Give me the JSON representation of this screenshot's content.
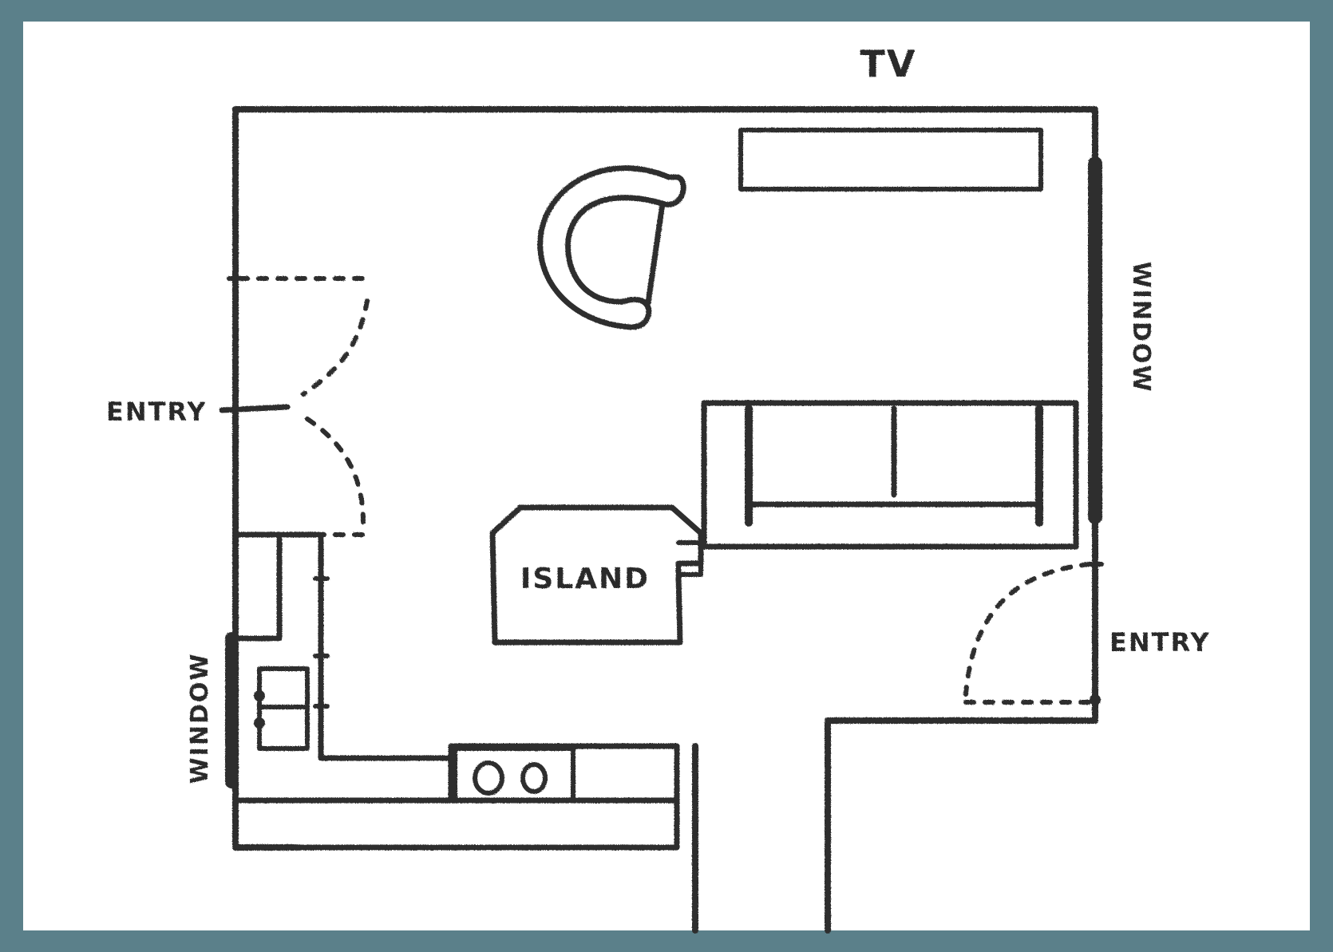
{
  "labels": {
    "tv": "TV",
    "window_right": "WINDOW",
    "window_left": "WINDOW",
    "entry_left": "ENTRY",
    "entry_right": "ENTRY",
    "island": "ISLAND"
  },
  "colors": {
    "frame": "#5b808a",
    "paper": "#ffffff",
    "pencil": "#2e2e2e"
  }
}
